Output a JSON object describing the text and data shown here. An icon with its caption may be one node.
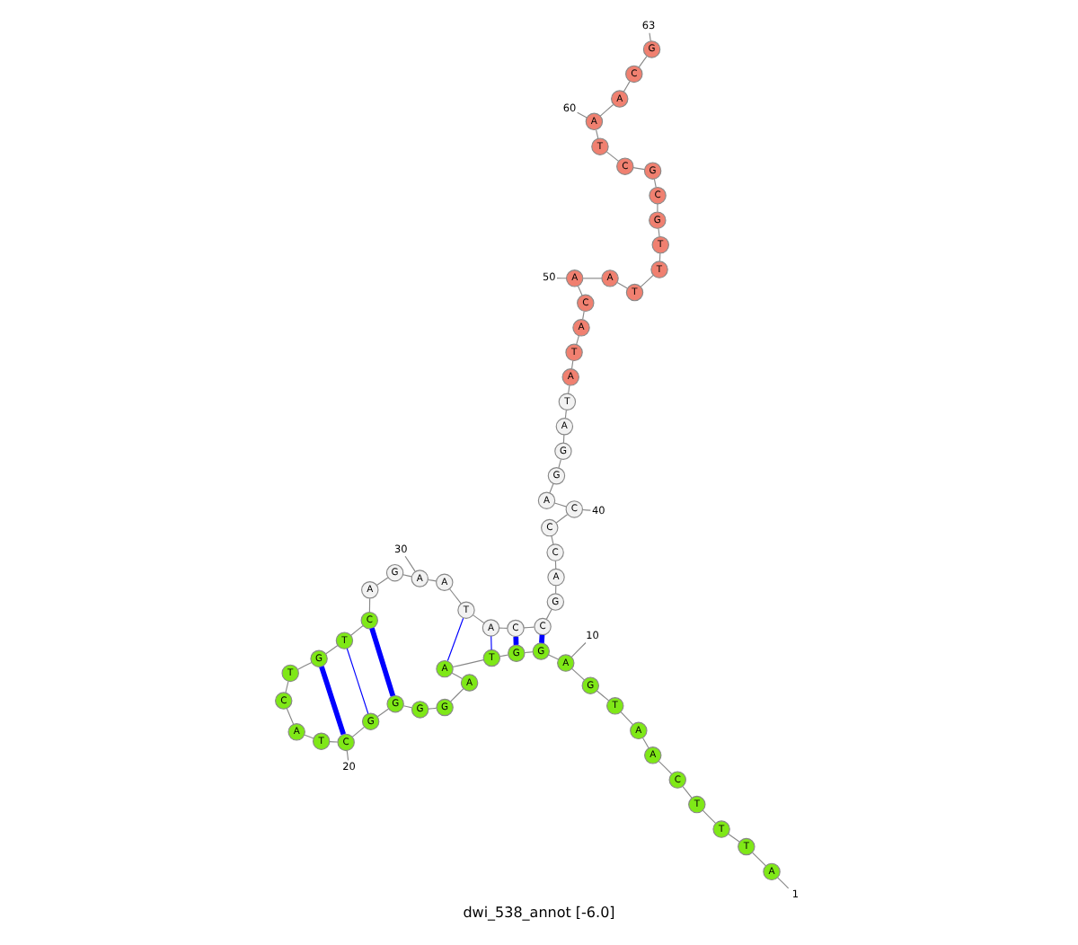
{
  "diagram": {
    "title": "dwi_538_annot [-6.0]",
    "nodes": [
      {
        "text": [
          "A"
        ]
      },
      {
        "text": [
          "T"
        ]
      },
      {
        "text": [
          "T"
        ]
      },
      {
        "text": [
          "T"
        ]
      },
      {
        "text": [
          "C"
        ]
      },
      {
        "text": [
          "A"
        ]
      },
      {
        "text": [
          "A"
        ]
      },
      {
        "text": [
          "T"
        ]
      },
      {
        "text": [
          "G"
        ]
      },
      {
        "text": [
          "A"
        ]
      },
      {
        "text": [
          "G"
        ]
      },
      {
        "text": [
          "G"
        ]
      },
      {
        "text": [
          "T"
        ]
      },
      {
        "text": [
          "A"
        ]
      },
      {
        "text": [
          "A"
        ]
      },
      {
        "text": [
          "G"
        ]
      },
      {
        "text": [
          "G"
        ]
      },
      {
        "text": [
          "G"
        ]
      },
      {
        "text": [
          "G"
        ]
      },
      {
        "text": [
          "C"
        ]
      },
      {
        "text": [
          "T"
        ]
      },
      {
        "text": [
          "A"
        ]
      },
      {
        "text": [
          "C"
        ]
      },
      {
        "text": [
          "T"
        ]
      },
      {
        "text": [
          "G"
        ]
      },
      {
        "text": [
          "T"
        ]
      },
      {
        "text": [
          "C"
        ]
      },
      {
        "text": [
          "A"
        ]
      },
      {
        "text": [
          "G"
        ]
      },
      {
        "text": [
          "A"
        ]
      },
      {
        "text": [
          "A"
        ]
      },
      {
        "text": [
          "T"
        ]
      },
      {
        "text": [
          "A"
        ]
      },
      {
        "text": [
          "C"
        ]
      },
      {
        "text": [
          "C"
        ]
      },
      {
        "text": [
          "G"
        ]
      },
      {
        "text": [
          "A"
        ]
      },
      {
        "text": [
          "C"
        ]
      },
      {
        "text": [
          "C"
        ]
      },
      {
        "text": [
          "C"
        ]
      },
      {
        "text": [
          "A"
        ]
      },
      {
        "text": [
          "G"
        ]
      },
      {
        "text": [
          "G"
        ]
      },
      {
        "text": [
          "A"
        ]
      },
      {
        "text": [
          "T"
        ]
      },
      {
        "text": [
          "A"
        ]
      },
      {
        "text": [
          "T"
        ]
      },
      {
        "text": [
          "A"
        ]
      },
      {
        "text": [
          "C"
        ]
      },
      {
        "text": [
          "A"
        ]
      },
      {
        "text": [
          "A"
        ]
      },
      {
        "text": [
          "T"
        ]
      },
      {
        "text": [
          "T"
        ]
      },
      {
        "text": [
          "T"
        ]
      },
      {
        "text": [
          "G"
        ]
      },
      {
        "text": [
          "C"
        ]
      },
      {
        "text": [
          "G"
        ]
      },
      {
        "text": [
          "C"
        ]
      },
      {
        "text": [
          "T"
        ]
      },
      {
        "text": [
          "A"
        ]
      },
      {
        "text": [
          "A"
        ]
      },
      {
        "text": [
          "C"
        ]
      },
      {
        "text": [
          "G"
        ]
      },
      {
        "text": [
          "1"
        ]
      },
      {
        "text": [
          "10"
        ]
      },
      {
        "text": [
          "20"
        ]
      },
      {
        "text": [
          "30"
        ]
      },
      {
        "text": [
          "40"
        ]
      },
      {
        "text": [
          "50"
        ]
      },
      {
        "text": [
          "60"
        ]
      },
      {
        "text": [
          "63"
        ]
      }
    ],
    "edges": [
      {
        "from": 0,
        "to": 1,
        "arrow": "none"
      },
      {
        "from": 1,
        "to": 2,
        "arrow": "none"
      },
      {
        "from": 2,
        "to": 3,
        "arrow": "none"
      },
      {
        "from": 3,
        "to": 4,
        "arrow": "none"
      },
      {
        "from": 4,
        "to": 5,
        "arrow": "none"
      },
      {
        "from": 5,
        "to": 6,
        "arrow": "none"
      },
      {
        "from": 6,
        "to": 7,
        "arrow": "none"
      },
      {
        "from": 7,
        "to": 8,
        "arrow": "none"
      },
      {
        "from": 8,
        "to": 9,
        "arrow": "none"
      },
      {
        "from": 9,
        "to": 10,
        "arrow": "none"
      },
      {
        "from": 10,
        "to": 11,
        "arrow": "none"
      },
      {
        "from": 11,
        "to": 12,
        "arrow": "none"
      },
      {
        "from": 12,
        "to": 13,
        "arrow": "none"
      },
      {
        "from": 13,
        "to": 14,
        "arrow": "none"
      },
      {
        "from": 14,
        "to": 15,
        "arrow": "none"
      },
      {
        "from": 15,
        "to": 16,
        "arrow": "none"
      },
      {
        "from": 16,
        "to": 17,
        "arrow": "none"
      },
      {
        "from": 17,
        "to": 18,
        "arrow": "none"
      },
      {
        "from": 18,
        "to": 19,
        "arrow": "none"
      },
      {
        "from": 19,
        "to": 20,
        "arrow": "none"
      },
      {
        "from": 20,
        "to": 21,
        "arrow": "none"
      },
      {
        "from": 21,
        "to": 22,
        "arrow": "none"
      },
      {
        "from": 22,
        "to": 23,
        "arrow": "none"
      },
      {
        "from": 23,
        "to": 24,
        "arrow": "none"
      },
      {
        "from": 24,
        "to": 25,
        "arrow": "none"
      },
      {
        "from": 25,
        "to": 26,
        "arrow": "none"
      },
      {
        "from": 26,
        "to": 27,
        "arrow": "none"
      },
      {
        "from": 27,
        "to": 28,
        "arrow": "none"
      },
      {
        "from": 28,
        "to": 29,
        "arrow": "none"
      },
      {
        "from": 29,
        "to": 30,
        "arrow": "none"
      },
      {
        "from": 30,
        "to": 31,
        "arrow": "none"
      },
      {
        "from": 31,
        "to": 32,
        "arrow": "none"
      },
      {
        "from": 32,
        "to": 33,
        "arrow": "none"
      },
      {
        "from": 33,
        "to": 34,
        "arrow": "none"
      },
      {
        "from": 34,
        "to": 35,
        "arrow": "none"
      },
      {
        "from": 35,
        "to": 36,
        "arrow": "none"
      },
      {
        "from": 36,
        "to": 37,
        "arrow": "none"
      },
      {
        "from": 37,
        "to": 38,
        "arrow": "none"
      },
      {
        "from": 38,
        "to": 39,
        "arrow": "none"
      },
      {
        "from": 39,
        "to": 40,
        "arrow": "none"
      },
      {
        "from": 40,
        "to": 41,
        "arrow": "none"
      },
      {
        "from": 41,
        "to": 42,
        "arrow": "none"
      },
      {
        "from": 42,
        "to": 43,
        "arrow": "none"
      },
      {
        "from": 43,
        "to": 44,
        "arrow": "none"
      },
      {
        "from": 44,
        "to": 45,
        "arrow": "none"
      },
      {
        "from": 45,
        "to": 46,
        "arrow": "none"
      },
      {
        "from": 46,
        "to": 47,
        "arrow": "none"
      },
      {
        "from": 47,
        "to": 48,
        "arrow": "none"
      },
      {
        "from": 48,
        "to": 49,
        "arrow": "none"
      },
      {
        "from": 49,
        "to": 50,
        "arrow": "none"
      },
      {
        "from": 50,
        "to": 51,
        "arrow": "none"
      },
      {
        "from": 51,
        "to": 52,
        "arrow": "none"
      },
      {
        "from": 52,
        "to": 53,
        "arrow": "none"
      },
      {
        "from": 53,
        "to": 54,
        "arrow": "none"
      },
      {
        "from": 54,
        "to": 55,
        "arrow": "none"
      },
      {
        "from": 55,
        "to": 56,
        "arrow": "none"
      },
      {
        "from": 56,
        "to": 57,
        "arrow": "none"
      },
      {
        "from": 57,
        "to": 58,
        "arrow": "none"
      },
      {
        "from": 58,
        "to": 59,
        "arrow": "none"
      },
      {
        "from": 59,
        "to": 60,
        "arrow": "none"
      },
      {
        "from": 60,
        "to": 61,
        "arrow": "none"
      },
      {
        "from": 61,
        "to": 62,
        "arrow": "none"
      },
      {
        "from": 10,
        "to": 34,
        "arrow": "none",
        "style": "thick",
        "color": "#0000ff"
      },
      {
        "from": 11,
        "to": 33,
        "arrow": "none",
        "style": "thick",
        "color": "#0000ff"
      },
      {
        "from": 12,
        "to": 32,
        "arrow": "none",
        "color": "#0000ff"
      },
      {
        "from": 13,
        "to": 31,
        "arrow": "none",
        "color": "#0000ff"
      },
      {
        "from": 17,
        "to": 26,
        "arrow": "none",
        "style": "thick",
        "color": "#0000ff"
      },
      {
        "from": 18,
        "to": 25,
        "arrow": "none",
        "color": "#0000ff"
      },
      {
        "from": 19,
        "to": 24,
        "arrow": "none",
        "style": "thick",
        "color": "#0000ff"
      },
      {
        "from": 63,
        "to": 0,
        "arrow": "none"
      },
      {
        "from": 64,
        "to": 9,
        "arrow": "none"
      },
      {
        "from": 65,
        "to": 19,
        "arrow": "none"
      },
      {
        "from": 66,
        "to": 29,
        "arrow": "none"
      },
      {
        "from": 67,
        "to": 39,
        "arrow": "none"
      },
      {
        "from": 68,
        "to": 49,
        "arrow": "none"
      },
      {
        "from": 69,
        "to": 59,
        "arrow": "none"
      },
      {
        "from": 70,
        "to": 62,
        "arrow": "none"
      }
    ]
  }
}
